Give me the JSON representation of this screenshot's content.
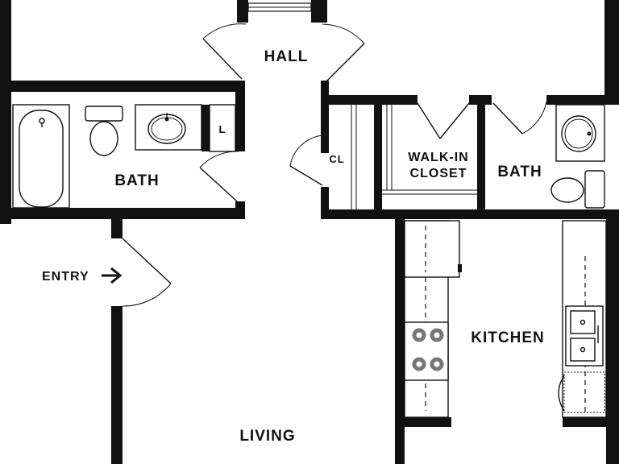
{
  "rooms": {
    "hall": "HALL",
    "bath_left": "BATH",
    "linen": "L",
    "closet": "CL",
    "walk_in_line1": "WALK-IN",
    "walk_in_line2": "CLOSET",
    "bath_right": "BATH",
    "entry": "ENTRY",
    "kitchen": "KITCHEN",
    "living": "LIVING"
  },
  "icons": {
    "entry_arrow": "arrow-right-icon"
  },
  "colors": {
    "wall": "#111111",
    "background": "#ffffff",
    "burner": "#777777"
  }
}
